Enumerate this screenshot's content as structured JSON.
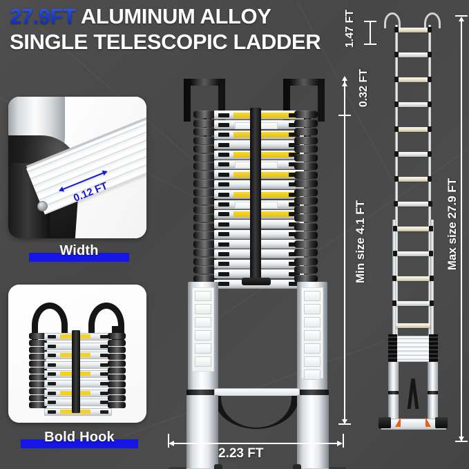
{
  "headline": {
    "highlight": "27.9FT",
    "line1_rest": " ALUMINUM ALLOY",
    "line2": "SINGLE TELESCOPIC LADDER",
    "highlight_color": "#1a3fd8",
    "text_color": "#ffffff"
  },
  "theme": {
    "background": "#4a4a4a",
    "accent_blue": "#1515e8",
    "metal_light": "#fdfdfd",
    "metal_dark": "#7e858a",
    "black_rubber": "#141414",
    "orange_bracket": "#e3601f",
    "warning_yellow": "#f4d21f"
  },
  "feature_cards": [
    {
      "id": "width",
      "caption": "Width",
      "measurement": "0.12 FT",
      "measurement_color": "#1414d2",
      "icon": "ladder-rung-closeup"
    },
    {
      "id": "bold-hook",
      "caption": "Bold Hook",
      "icon": "folded-ladder-hooks"
    }
  ],
  "dimensions": {
    "rung_spacing": "1.47 FT",
    "rung_thickness": "0.32 FT",
    "min_size": "Min size 4.1 FT",
    "max_size": "Max size 27.9 FT",
    "base_width": "2.23 FT"
  },
  "products": {
    "collapsed": {
      "name": "collapsed-telescopic-ladder",
      "rung_count": 18,
      "hook_count": 2,
      "strap": "velcro-carry-strap"
    },
    "extended": {
      "name": "extended-telescopic-ladder",
      "rung_count": 15,
      "hook_count": 2
    }
  },
  "icons": {
    "hook": "hook-icon",
    "warning_label": "warning-triangle-icon",
    "lock_button": "lock-button-icon",
    "arrow_up": "arrow-up-icon",
    "arrow_down": "arrow-down-icon",
    "arrow_left": "arrow-left-icon",
    "arrow_right": "arrow-right-icon"
  }
}
